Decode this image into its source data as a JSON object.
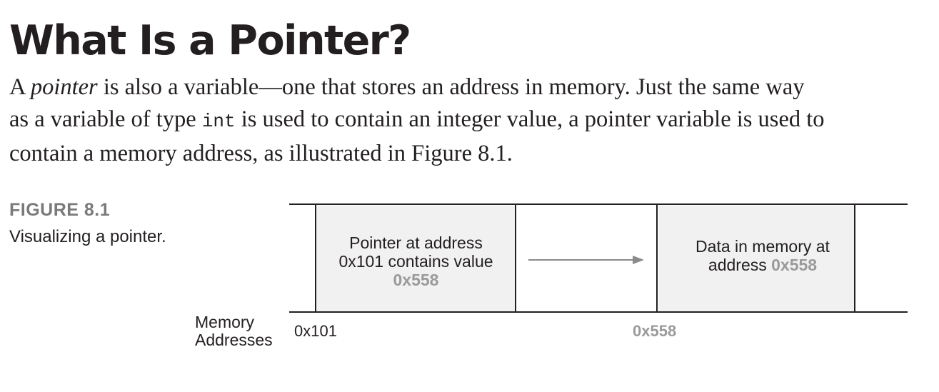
{
  "heading": "What Is a Pointer?",
  "paragraph": {
    "line1_before": "A ",
    "line1_em": "pointer",
    "line1_after": " is also a variable—one that stores an address in memory. Just the same way",
    "line2_before": "as a variable of type ",
    "line2_code": "int",
    "line2_after": " is used to contain an integer value, a pointer variable is used to",
    "line3": "contain a memory address, as illustrated in Figure 8.1."
  },
  "figure": {
    "number": "FIGURE 8.1",
    "caption": "Visualizing a pointer.",
    "pointer_cell": {
      "line1": "Pointer at address",
      "line2": "0x101 contains value",
      "value": "0x558"
    },
    "data_cell": {
      "line1": "Data in memory at",
      "line2_prefix": "address ",
      "value": "0x558"
    },
    "axis_label_line1": "Memory",
    "axis_label_line2": "Addresses",
    "address_1": "0x101",
    "address_2": "0x558",
    "colors": {
      "text": "#231f20",
      "accent_gray": "#9a9a9a",
      "cell_fill": "#f1f1f1",
      "caption_label": "#7a7a7a"
    }
  }
}
